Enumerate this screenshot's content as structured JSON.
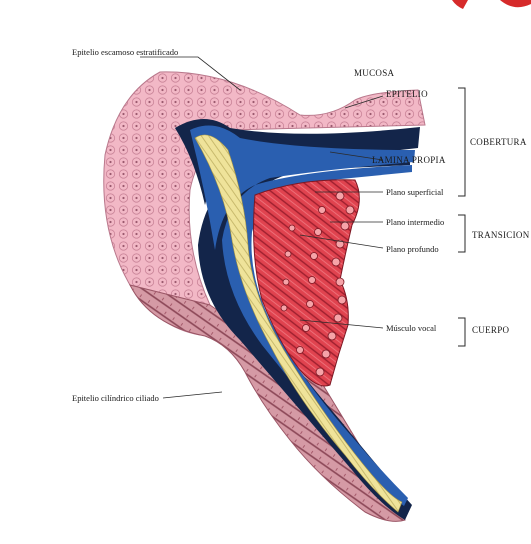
{
  "colors": {
    "background": "#ffffff",
    "epithelium_squamous": "#f2b8c6",
    "epithelium_ciliated": "#d59aa5",
    "dark_navy": "#13254a",
    "blue_layer": "#2a5fb0",
    "yellow_layer": "#efe39a",
    "muscle_red": "#e0434f",
    "muscle_dark": "#9c1f2e",
    "corner_red": "#d62a2a",
    "leader_line": "#2a2a2a"
  },
  "labels": {
    "epitelio_escamoso": "Epitelio escamoso estratificado",
    "mucosa": "MUCOSA",
    "epitelio": "EPITELIO",
    "lamina_propia": "LAMINA PROPIA",
    "cobertura": "COBERTURA",
    "plano_superficial": "Plano superficial",
    "plano_intermedio": "Plano intermedio",
    "plano_profundo": "Plano profundo",
    "transicion": "TRANSICION",
    "musculo_vocal": "Músculo vocal",
    "cuerpo": "CUERPO",
    "epitelio_cilindrico": "Epitelio cilíndrico ciliado"
  }
}
